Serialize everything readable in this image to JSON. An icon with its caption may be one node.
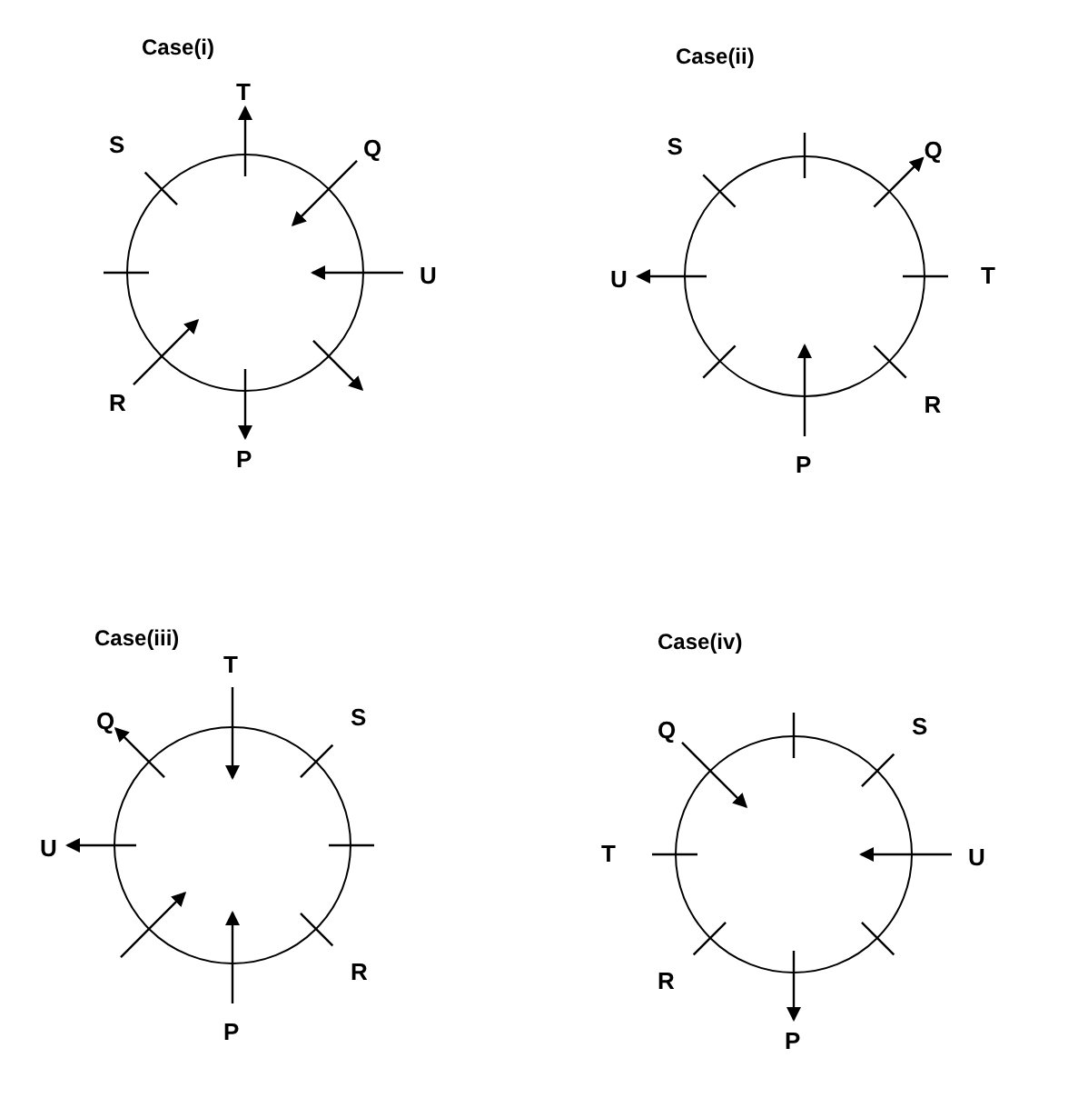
{
  "diagram": {
    "nodes": [
      {
        "text": [
          "Case(i)"
        ],
        "beside": [
          "S"
        ]
      },
      {
        "text": [
          "T"
        ]
      },
      {
        "text": [
          "Q"
        ]
      },
      {
        "text": [
          "U"
        ]
      },
      {
        "text": [
          "P"
        ]
      },
      {
        "text": [
          "R"
        ]
      },
      {
        "text": [
          "Case(ii)"
        ],
        "beside": [
          "S",
          "T",
          "R"
        ]
      },
      {
        "text": [
          "Q"
        ]
      },
      {
        "text": [
          "U"
        ]
      },
      {
        "text": [
          "P"
        ]
      },
      {
        "text": [
          "Case(iii)"
        ],
        "beside": [
          "S",
          "R"
        ]
      },
      {
        "text": [
          "T"
        ]
      },
      {
        "text": [
          "Q"
        ]
      },
      {
        "text": [
          "U"
        ]
      },
      {
        "text": [
          "P"
        ]
      },
      {
        "text": [
          "Case(iv)"
        ],
        "beside": [
          "S",
          "T",
          "R"
        ]
      },
      {
        "text": [
          "Q"
        ]
      },
      {
        "text": [
          "U"
        ]
      },
      {
        "text": [
          "P"
        ]
      }
    ],
    "edges": [
      {
        "from": 0,
        "to": 1,
        "arrow": "to"
      },
      {
        "from": 2,
        "to": 0,
        "arrow": "to"
      },
      {
        "from": 3,
        "to": 0,
        "arrow": "to"
      },
      {
        "from": 0,
        "to": null,
        "arrow": "to"
      },
      {
        "from": 0,
        "to": 4,
        "arrow": "to"
      },
      {
        "from": 5,
        "to": 0,
        "arrow": "to"
      },
      {
        "from": 6,
        "to": 7,
        "arrow": "to"
      },
      {
        "from": 6,
        "to": 8,
        "arrow": "to"
      },
      {
        "from": 9,
        "to": 6,
        "arrow": "to"
      },
      {
        "from": 11,
        "to": 10,
        "arrow": "to"
      },
      {
        "from": 10,
        "to": 12,
        "arrow": "to"
      },
      {
        "from": 10,
        "to": 13,
        "arrow": "to"
      },
      {
        "from": 14,
        "to": 10,
        "arrow": "to"
      },
      {
        "from": null,
        "to": 10,
        "arrow": "to"
      },
      {
        "from": 16,
        "to": 15,
        "arrow": "to"
      },
      {
        "from": 17,
        "to": 15,
        "arrow": "to"
      },
      {
        "from": 15,
        "to": 18,
        "arrow": "to"
      }
    ]
  }
}
